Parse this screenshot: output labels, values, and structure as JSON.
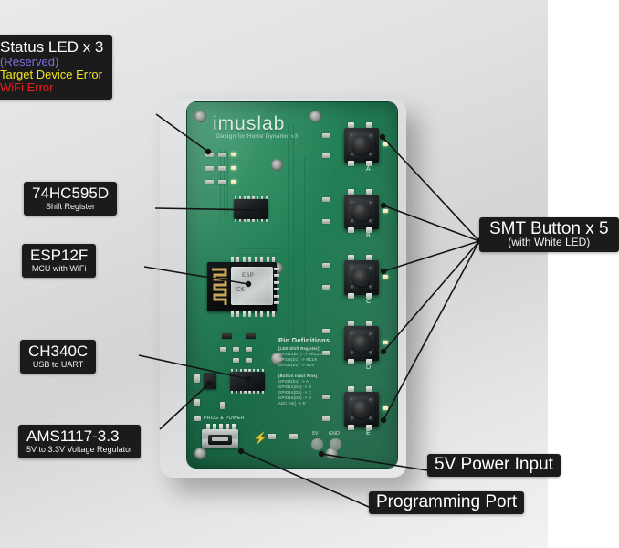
{
  "scene": {
    "title": "Annotated PCB photo — imuslab Home Dynamic v3 controller board",
    "background_color": "#dfe1e3"
  },
  "board": {
    "brand": "imuslab",
    "subtitle": "Design for Home Dynamic v3",
    "pin_definitions": {
      "title": "Pin Definitions",
      "groups": [
        {
          "heading": "[LED Shift Register]",
          "lines": [
            "GPIO13(D7) -> SRCLK",
            "GPIO5(D1) -> RCLK",
            "GPIO4(D2) -> SER"
          ]
        },
        {
          "heading": "[Button Input Pins]",
          "lines": [
            "GPIO2(D4) -> A",
            "GPIO12(D6) -> B",
            "GPIO14(D5) -> C",
            "GPIO16(D0) -> D",
            "ADC A0() -> E"
          ]
        }
      ]
    },
    "connector_silk": "PROG & POWER",
    "power_pads": [
      "5V",
      "GND"
    ],
    "button_letters": [
      "A",
      "B",
      "C",
      "D",
      "E"
    ],
    "bolt_icon": "⚡"
  },
  "labels": {
    "status_led": {
      "name": "status-led-legend",
      "title": "Status LED x 3",
      "lines": [
        {
          "text": "(Reserved)",
          "color": "#7d6fe0"
        },
        {
          "text": "Target Device Error",
          "color": "#f2e31d"
        },
        {
          "text": "WiFi Error",
          "color": "#e8231b"
        }
      ]
    },
    "shift_register": {
      "title": "74HC595D",
      "subtitle": "Shift Register"
    },
    "mcu": {
      "title": "ESP12F",
      "subtitle": "MCU with WiFi"
    },
    "usb_uart": {
      "title": "CH340C",
      "subtitle": "USB to UART"
    },
    "regulator": {
      "title": "AMS1117-3.3",
      "subtitle": "5V to 3.3V Voltage Regulator"
    },
    "smt_buttons": {
      "title": "SMT Button x 5",
      "subtitle": "(with White LED)"
    },
    "power_in": {
      "title": "5V Power Input"
    },
    "prog_port": {
      "title": "Programming Port"
    }
  }
}
